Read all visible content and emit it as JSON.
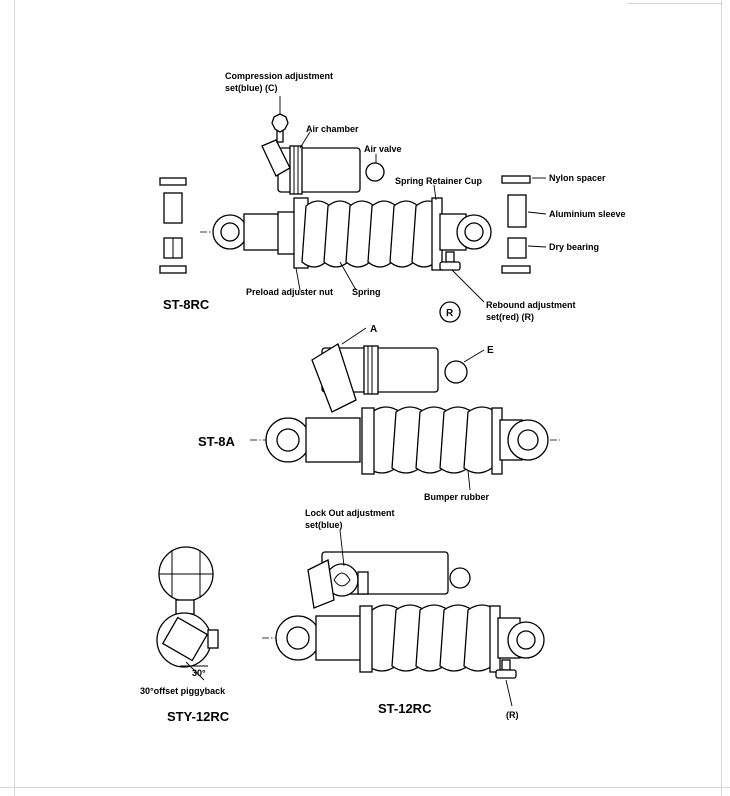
{
  "labels": {
    "compression_line1": "Compression adjustment",
    "compression_line2": "set(blue)  (C)",
    "air_chamber": "Air chamber",
    "air_valve": "Air valve",
    "spring_retainer_cup": "Spring Retainer Cup",
    "nylon_spacer": "Nylon spacer",
    "aluminium_sleeve": "Aluminium sleeve",
    "dry_bearing": "Dry bearing",
    "preload_adjuster_nut": "Preload adjuster nut",
    "spring": "Spring",
    "rebound_line1": "Rebound adjustment",
    "rebound_line2": "set(red)  (R)",
    "rebound_knob_letter": "R",
    "marker_a": "A",
    "marker_e": "E",
    "bumper_rubber": "Bumper rubber",
    "lockout_line1": "Lock Out adjustment",
    "lockout_line2": "set(blue)",
    "offset_piggyback": "30°offset piggyback",
    "offset_angle": "30°",
    "st12_knob_letter": "(R)"
  },
  "models": {
    "st8rc": "ST-8RC",
    "st8a": "ST-8A",
    "sty12rc": "STY-12RC",
    "st12rc": "ST-12RC"
  }
}
